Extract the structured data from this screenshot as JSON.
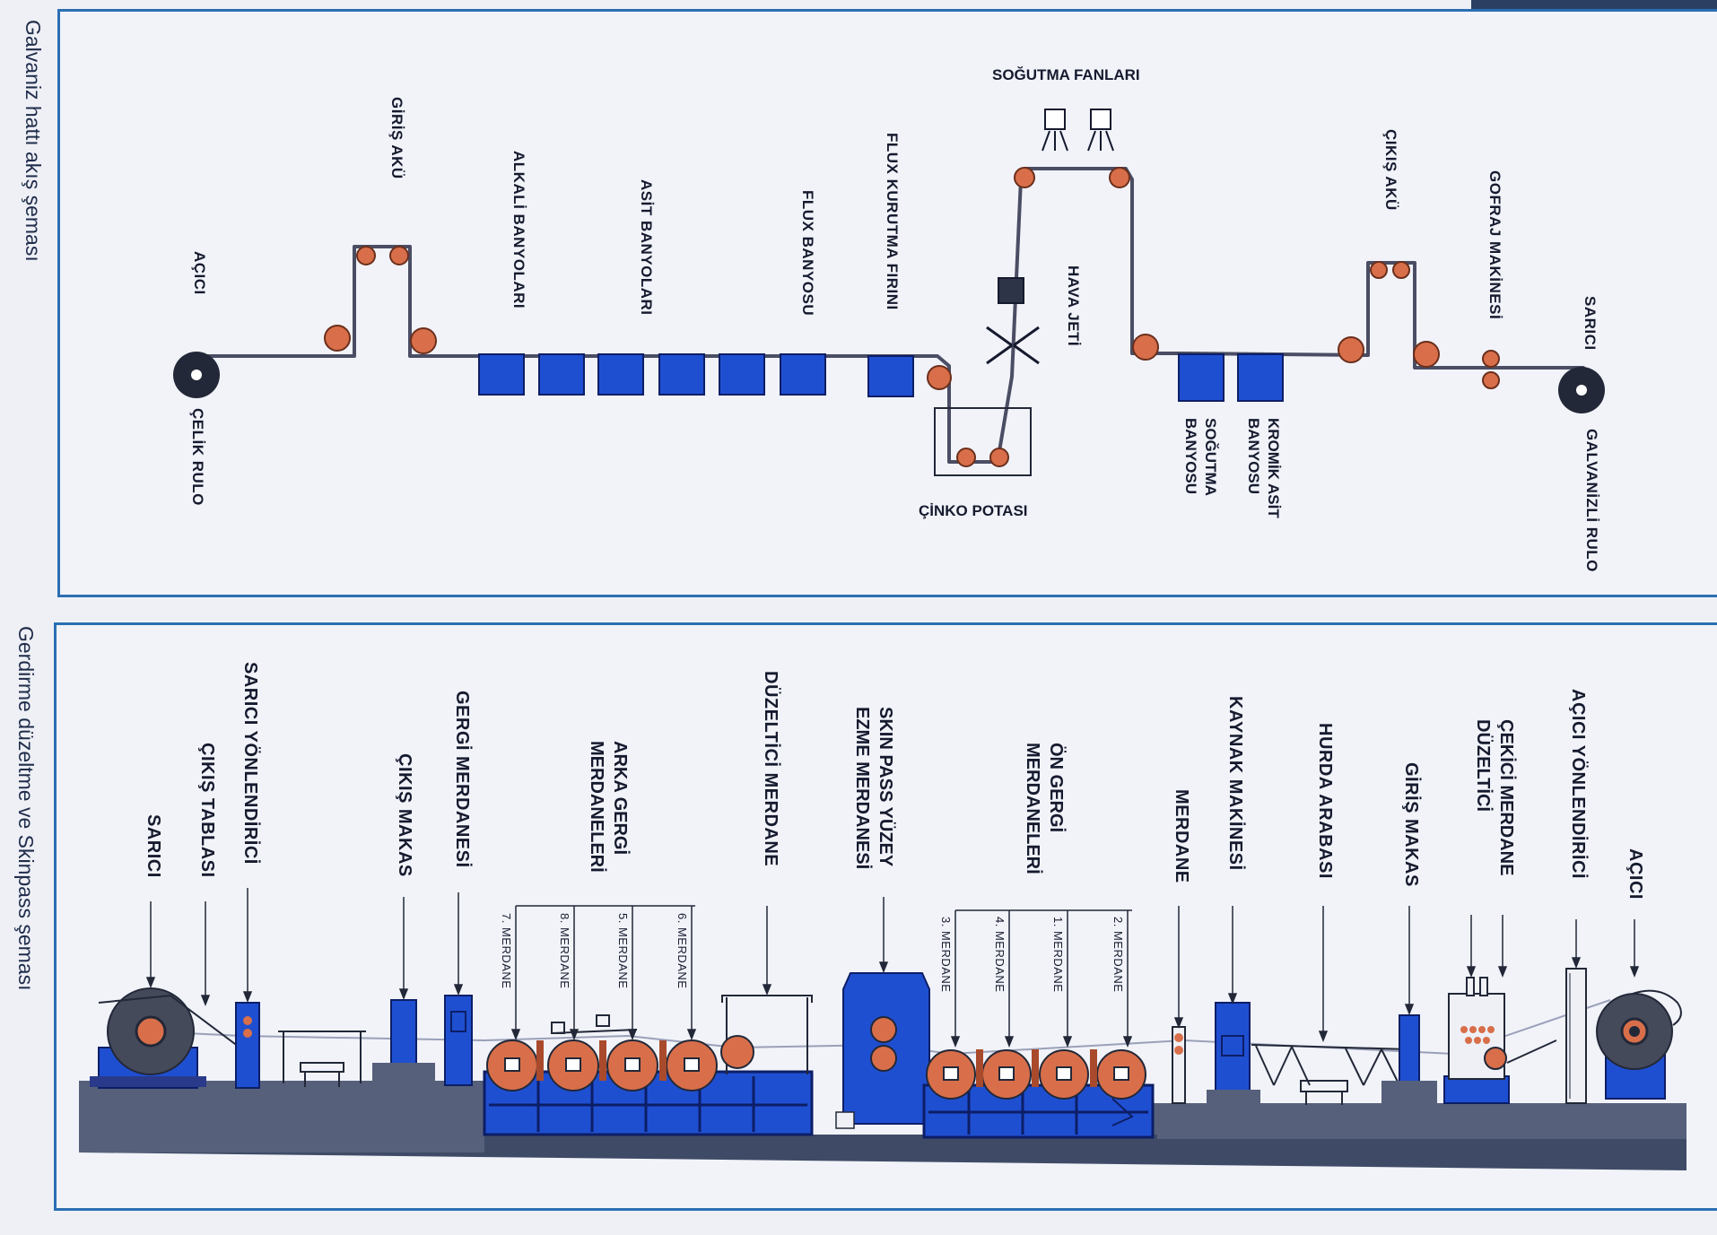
{
  "colors": {
    "frame": "#2b6fb3",
    "tank": "#1f4fd1",
    "roll": "#d86f4a",
    "line": "#4a4d63",
    "machine_base": "#3f4b66",
    "machine_blue": "#1f4fd1"
  },
  "galvaniz": {
    "title": "Galvaniz hattı akış şeması",
    "labels": {
      "acici": "AÇICI",
      "celik_rulo": "ÇELİK RULO",
      "giris_aku": "GİRİŞ AKÜ",
      "alkali": "ALKALİ BANYOLARI",
      "asit": "ASİT BANYOLARI",
      "flux_banyosu": "FLUX BANYOSU",
      "flux_firini": "FLUX KURUTMA FIRINI",
      "cinko_potasi": "ÇİNKO POTASI",
      "sogutma_fanlari": "SOĞUTMA FANLARI",
      "hava_jeti": "HAVA JETİ",
      "sogutma_banyosu": "SOĞUTMA\nBANYOSU",
      "kromik_asit": "KROMİK ASİT\nBANYOSU",
      "cikis_aku": "ÇIKIŞ AKÜ",
      "gofraj": "GOFRAJ MAKİNESİ",
      "sarici": "SARICI",
      "galvanizli_rulo": "GALVANİZLİ RULO"
    }
  },
  "skinpass": {
    "title": "Gerdirme düzeltme ve Skinpass şeması",
    "labels": {
      "sarici": "SARICI",
      "cikis_tablasi": "ÇIKIŞ TABLASI",
      "sarici_yonlendirici": "SARICI YÖNLENDİRİCİ",
      "cikis_makas": "ÇIKIŞ MAKAS",
      "gergi_merdanesi": "GERGİ MERDANESİ",
      "arka_gergi": "ARKA GERGİ\nMERDANELERİ",
      "duzeltici_merdane": "DÜZELTİCİ MERDANE",
      "skin_pass": "SKIN PASS YÜZEY\nEZME MERDANESİ",
      "on_gergi": "ÖN GERGİ\nMERDANELERİ",
      "merdane": "MERDANE",
      "kaynak_makinesi": "KAYNAK MAKİNESİ",
      "hurda_arabasi": "HURDA ARABASI",
      "giris_makas": "GİRİŞ MAKAS",
      "cekici_merdane": "ÇEKİCİ MERDANE\nDÜZELTİCİ",
      "acici_yonlendirici": "AÇICI YÖNLENDİRİCİ",
      "acici": "AÇICI",
      "m7": "7. MERDANE",
      "m8": "8. MERDANE",
      "m5": "5. MERDANE",
      "m6": "6. MERDANE",
      "m3": "3. MERDANE",
      "m4": "4. MERDANE",
      "m1": "1. MERDANE",
      "m2": "2. MERDANE"
    }
  }
}
